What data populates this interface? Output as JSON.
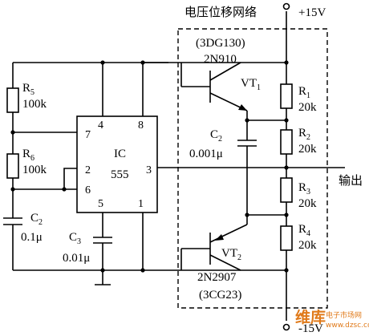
{
  "title": "电压位移网络",
  "supply_pos": "+15V",
  "supply_neg": "-15V",
  "output_label": "输出",
  "ic": {
    "name": "IC",
    "part": "555",
    "pins": [
      "4",
      "8",
      "7",
      "2",
      "6",
      "3",
      "5",
      "1"
    ]
  },
  "vt1": {
    "alt_part": "(3DG130)",
    "part": "2N910",
    "name": "VT",
    "sub": "1"
  },
  "vt2": {
    "part": "2N2907",
    "alt_part": "(3CG23)",
    "name": "VT",
    "sub": "2"
  },
  "r5": {
    "name": "R",
    "sub": "5",
    "value": "100k"
  },
  "r6": {
    "name": "R",
    "sub": "6",
    "value": "100k"
  },
  "r1": {
    "name": "R",
    "sub": "1",
    "value": "20k"
  },
  "r2": {
    "name": "R",
    "sub": "2",
    "value": "20k"
  },
  "r3": {
    "name": "R",
    "sub": "3",
    "value": "20k"
  },
  "r4": {
    "name": "R",
    "sub": "4",
    "value": "20k"
  },
  "c2_top": {
    "name": "C",
    "sub": "2",
    "value": "0.001μ"
  },
  "c2_left": {
    "name": "C",
    "sub": "2",
    "value": "0.1μ"
  },
  "c3": {
    "name": "C",
    "sub": "3",
    "value": "0.01μ"
  },
  "watermark": {
    "brand": "维库",
    "text": "电子市场网",
    "small": "www.dzsc.com"
  }
}
